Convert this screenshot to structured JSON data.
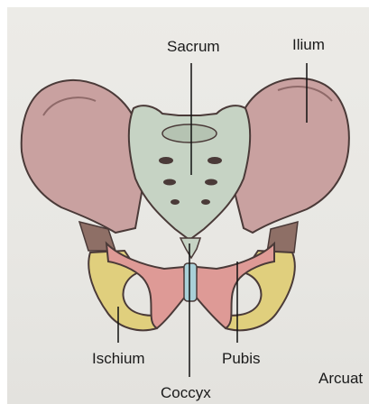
{
  "figure": {
    "labels": {
      "sacrum": "Sacrum",
      "ilium": "Ilium",
      "ischium": "Ischium",
      "pubis": "Pubis",
      "coccyx": "Coccyx",
      "arcuate": "Arcuat"
    },
    "colors": {
      "ilium": "#c9a1a0",
      "sacrum": "#c6d3c4",
      "ischium": "#e0cf7d",
      "pubis": "#de9a96",
      "symphysis": "#a9d0d8",
      "outline": "#4a3a38"
    }
  }
}
